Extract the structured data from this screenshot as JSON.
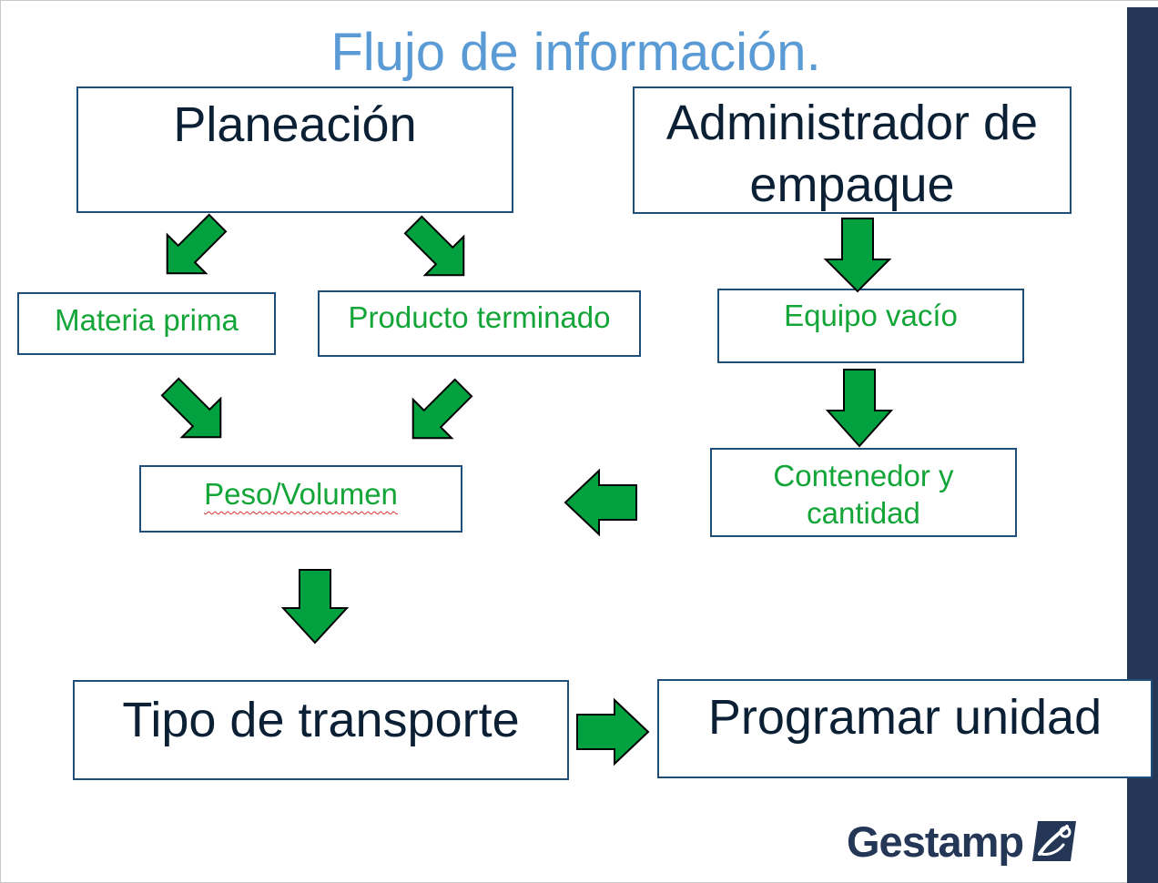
{
  "title": "Flujo de información.",
  "boxes": {
    "planeacion": "Planeación",
    "administrador_line1": "Administrador de",
    "administrador_line2": "empaque",
    "materia_prima": "Materia prima",
    "producto_terminado": "Producto terminado",
    "equipo_vacio": "Equipo vacío",
    "peso_volumen": "Peso/Volumen",
    "contenedor_line1": "Contenedor y",
    "contenedor_line2": "cantidad",
    "tipo_transporte": "Tipo de transporte",
    "programar_unidad": "Programar unidad"
  },
  "logo": {
    "text": "Gestamp",
    "icon": "gestamp-logo-icon"
  },
  "colors": {
    "title": "#5b9bd5",
    "box_border": "#1f4e79",
    "big_text": "#0b2035",
    "green_text": "#13a538",
    "arrow_fill": "#00a13e",
    "side_bar": "#243757"
  },
  "arrows": [
    {
      "name": "arrow-planeacion-to-materia-prima",
      "direction": "down-left"
    },
    {
      "name": "arrow-planeacion-to-producto-terminado",
      "direction": "down-right"
    },
    {
      "name": "arrow-administrador-to-equipo-vacio",
      "direction": "down"
    },
    {
      "name": "arrow-materia-prima-to-peso-volumen",
      "direction": "down-right"
    },
    {
      "name": "arrow-producto-terminado-to-peso-volumen",
      "direction": "down-left"
    },
    {
      "name": "arrow-equipo-vacio-to-contenedor",
      "direction": "down"
    },
    {
      "name": "arrow-contenedor-to-peso-volumen",
      "direction": "left"
    },
    {
      "name": "arrow-peso-volumen-to-tipo-transporte",
      "direction": "down"
    },
    {
      "name": "arrow-tipo-transporte-to-programar-unidad",
      "direction": "right"
    }
  ]
}
